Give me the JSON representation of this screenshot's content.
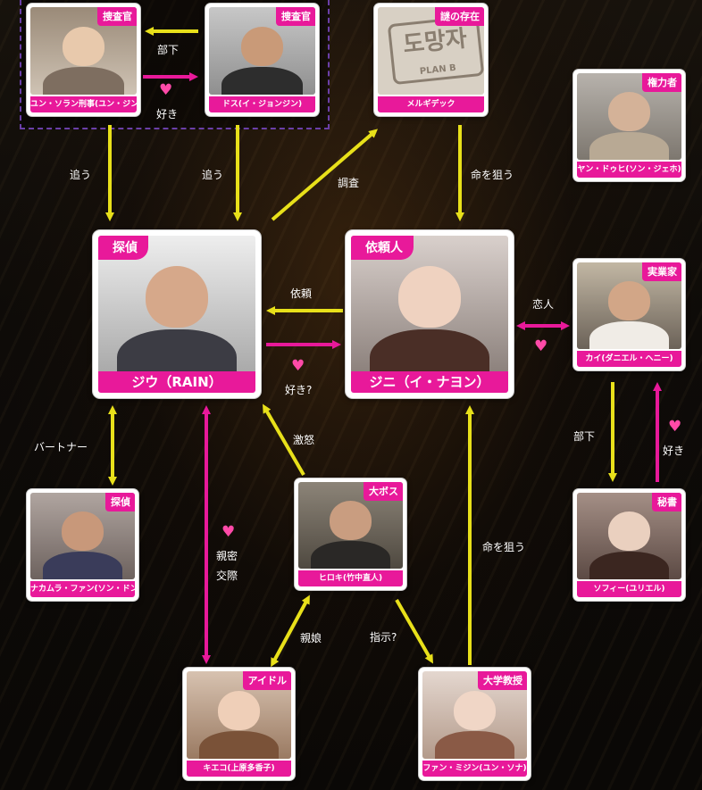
{
  "nodes": {
    "yun": {
      "role": "捜査官",
      "name": "ユン・ソラン刑事(ユン・ジンソ)"
    },
    "dosu": {
      "role": "捜査官",
      "name": "ドス(イ・ジョンジン)"
    },
    "mel": {
      "role": "謎の存在",
      "name": "メルギデック",
      "logo_text": "도망자",
      "logo_sub": "PLAN B"
    },
    "yang": {
      "role": "権力者",
      "name": "ヤン・ドゥヒ(ソン・ジェホ)"
    },
    "jiu": {
      "role": "探偵",
      "name": "ジウ（RAIN）"
    },
    "jini": {
      "role": "依頼人",
      "name": "ジニ（イ・ナヨン）"
    },
    "kai": {
      "role": "実業家",
      "name": "カイ(ダニエル・ヘニー)"
    },
    "naka": {
      "role": "探偵",
      "name": "ナカムラ・ファン(ソン・ドンイル)"
    },
    "hiroki": {
      "role": "大ボス",
      "name": "ヒロキ(竹中直人)"
    },
    "sophie": {
      "role": "秘書",
      "name": "ソフィー(ユリエル)"
    },
    "kieko": {
      "role": "アイドル",
      "name": "キエコ(上原多香子)"
    },
    "prof": {
      "role": "大学教授",
      "name": "ファン・ミジン(ユン・ソナ)"
    }
  },
  "edges": {
    "buka1": "部下",
    "suki1": "好き",
    "ou1": "追う",
    "ou2": "追う",
    "chosa": "調査",
    "inochi1": "命を狙う",
    "irai": "依頼",
    "suki2": "好き?",
    "koibito": "恋人",
    "buka2": "部下",
    "suki3": "好き",
    "partner": "バートナー",
    "gekido": "激怒",
    "shinmitsu1": "親密",
    "shinmitsu2": "交際",
    "inochi2": "命を狙う",
    "oyako": "親娘",
    "shiji": "指示?"
  },
  "colors": {
    "pink": "#e8199a",
    "yellow": "#e8e01a",
    "magenta_arrow": "#e8199a",
    "heart": "#ff4aa8"
  },
  "icons": {
    "heart": "♥"
  }
}
